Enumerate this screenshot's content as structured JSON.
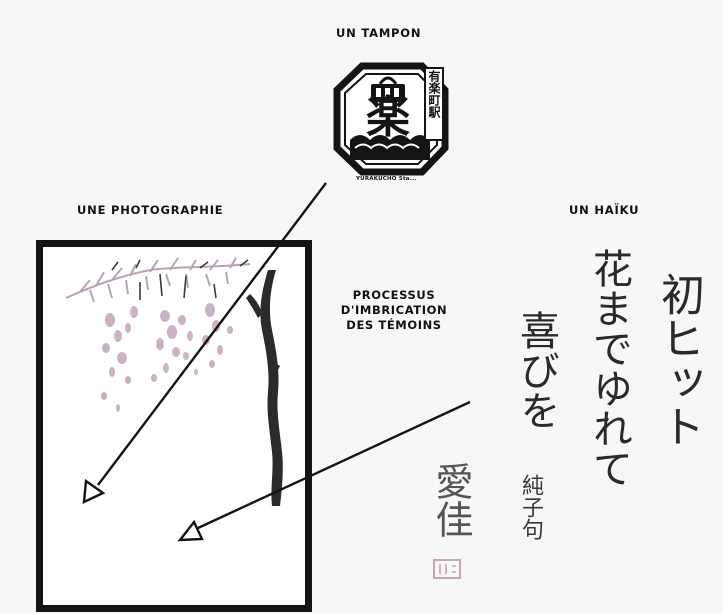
{
  "labels": {
    "stamp": "UN TAMPON",
    "photo": "UNE PHOTOGRAPHIE",
    "haiku": "UN HAÏKU",
    "process": [
      "PROCESSUS",
      "D'IMBRICATION",
      "DES TÉMOINS"
    ]
  },
  "stamp": {
    "main_glyph": "楽",
    "vertical_text": "有楽町駅",
    "caption": "YŪRAKUCHŌ Sta..."
  },
  "haiku": {
    "lines": [
      "初ヒット",
      "花までゆれて",
      "喜びを"
    ],
    "author": "純子句",
    "seal_author": "愛佳"
  },
  "colors": {
    "ink": "#141414",
    "blossom": "#c9b2c4",
    "seal": "#c7a4b6",
    "background": "#f7f7f7"
  }
}
